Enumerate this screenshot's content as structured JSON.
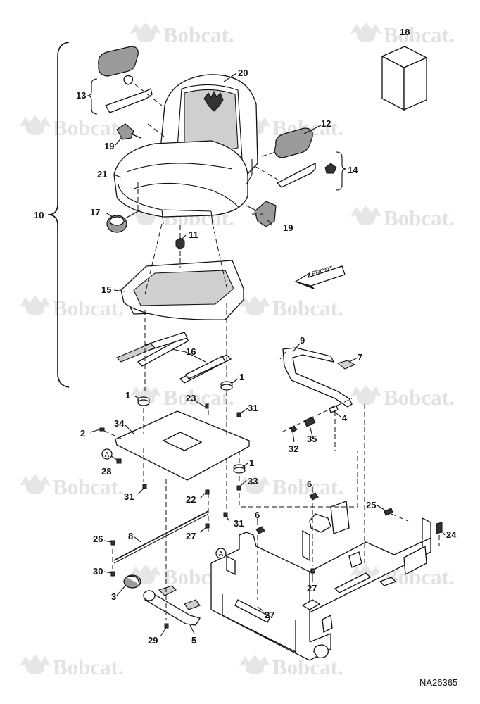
{
  "watermark": {
    "text": "Bobcat."
  },
  "diagram_id": "NA26365",
  "front_label": "FRONT",
  "circle_ref": "A",
  "callouts": {
    "c1": "1",
    "c2": "2",
    "c3": "3",
    "c4": "4",
    "c5": "5",
    "c6": "6",
    "c7": "7",
    "c8": "8",
    "c9": "9",
    "c10": "10",
    "c11": "11",
    "c12": "12",
    "c13": "13",
    "c14": "14",
    "c15": "15",
    "c16": "16",
    "c17": "17",
    "c18": "18",
    "c19": "19",
    "c20": "20",
    "c21": "21",
    "c22": "22",
    "c23": "23",
    "c24": "24",
    "c25": "25",
    "c26": "26",
    "c27": "27",
    "c28": "28",
    "c29": "29",
    "c30": "30",
    "c31": "31",
    "c32": "32",
    "c33": "33",
    "c34": "34",
    "c35": "35"
  },
  "colors": {
    "line": "#111111",
    "watermark": "#e2e2e2",
    "shade": "#9a9a9a"
  },
  "icons": [
    "bobcat-logo-icon",
    "front-arrow-icon",
    "reference-circle-icon"
  ]
}
